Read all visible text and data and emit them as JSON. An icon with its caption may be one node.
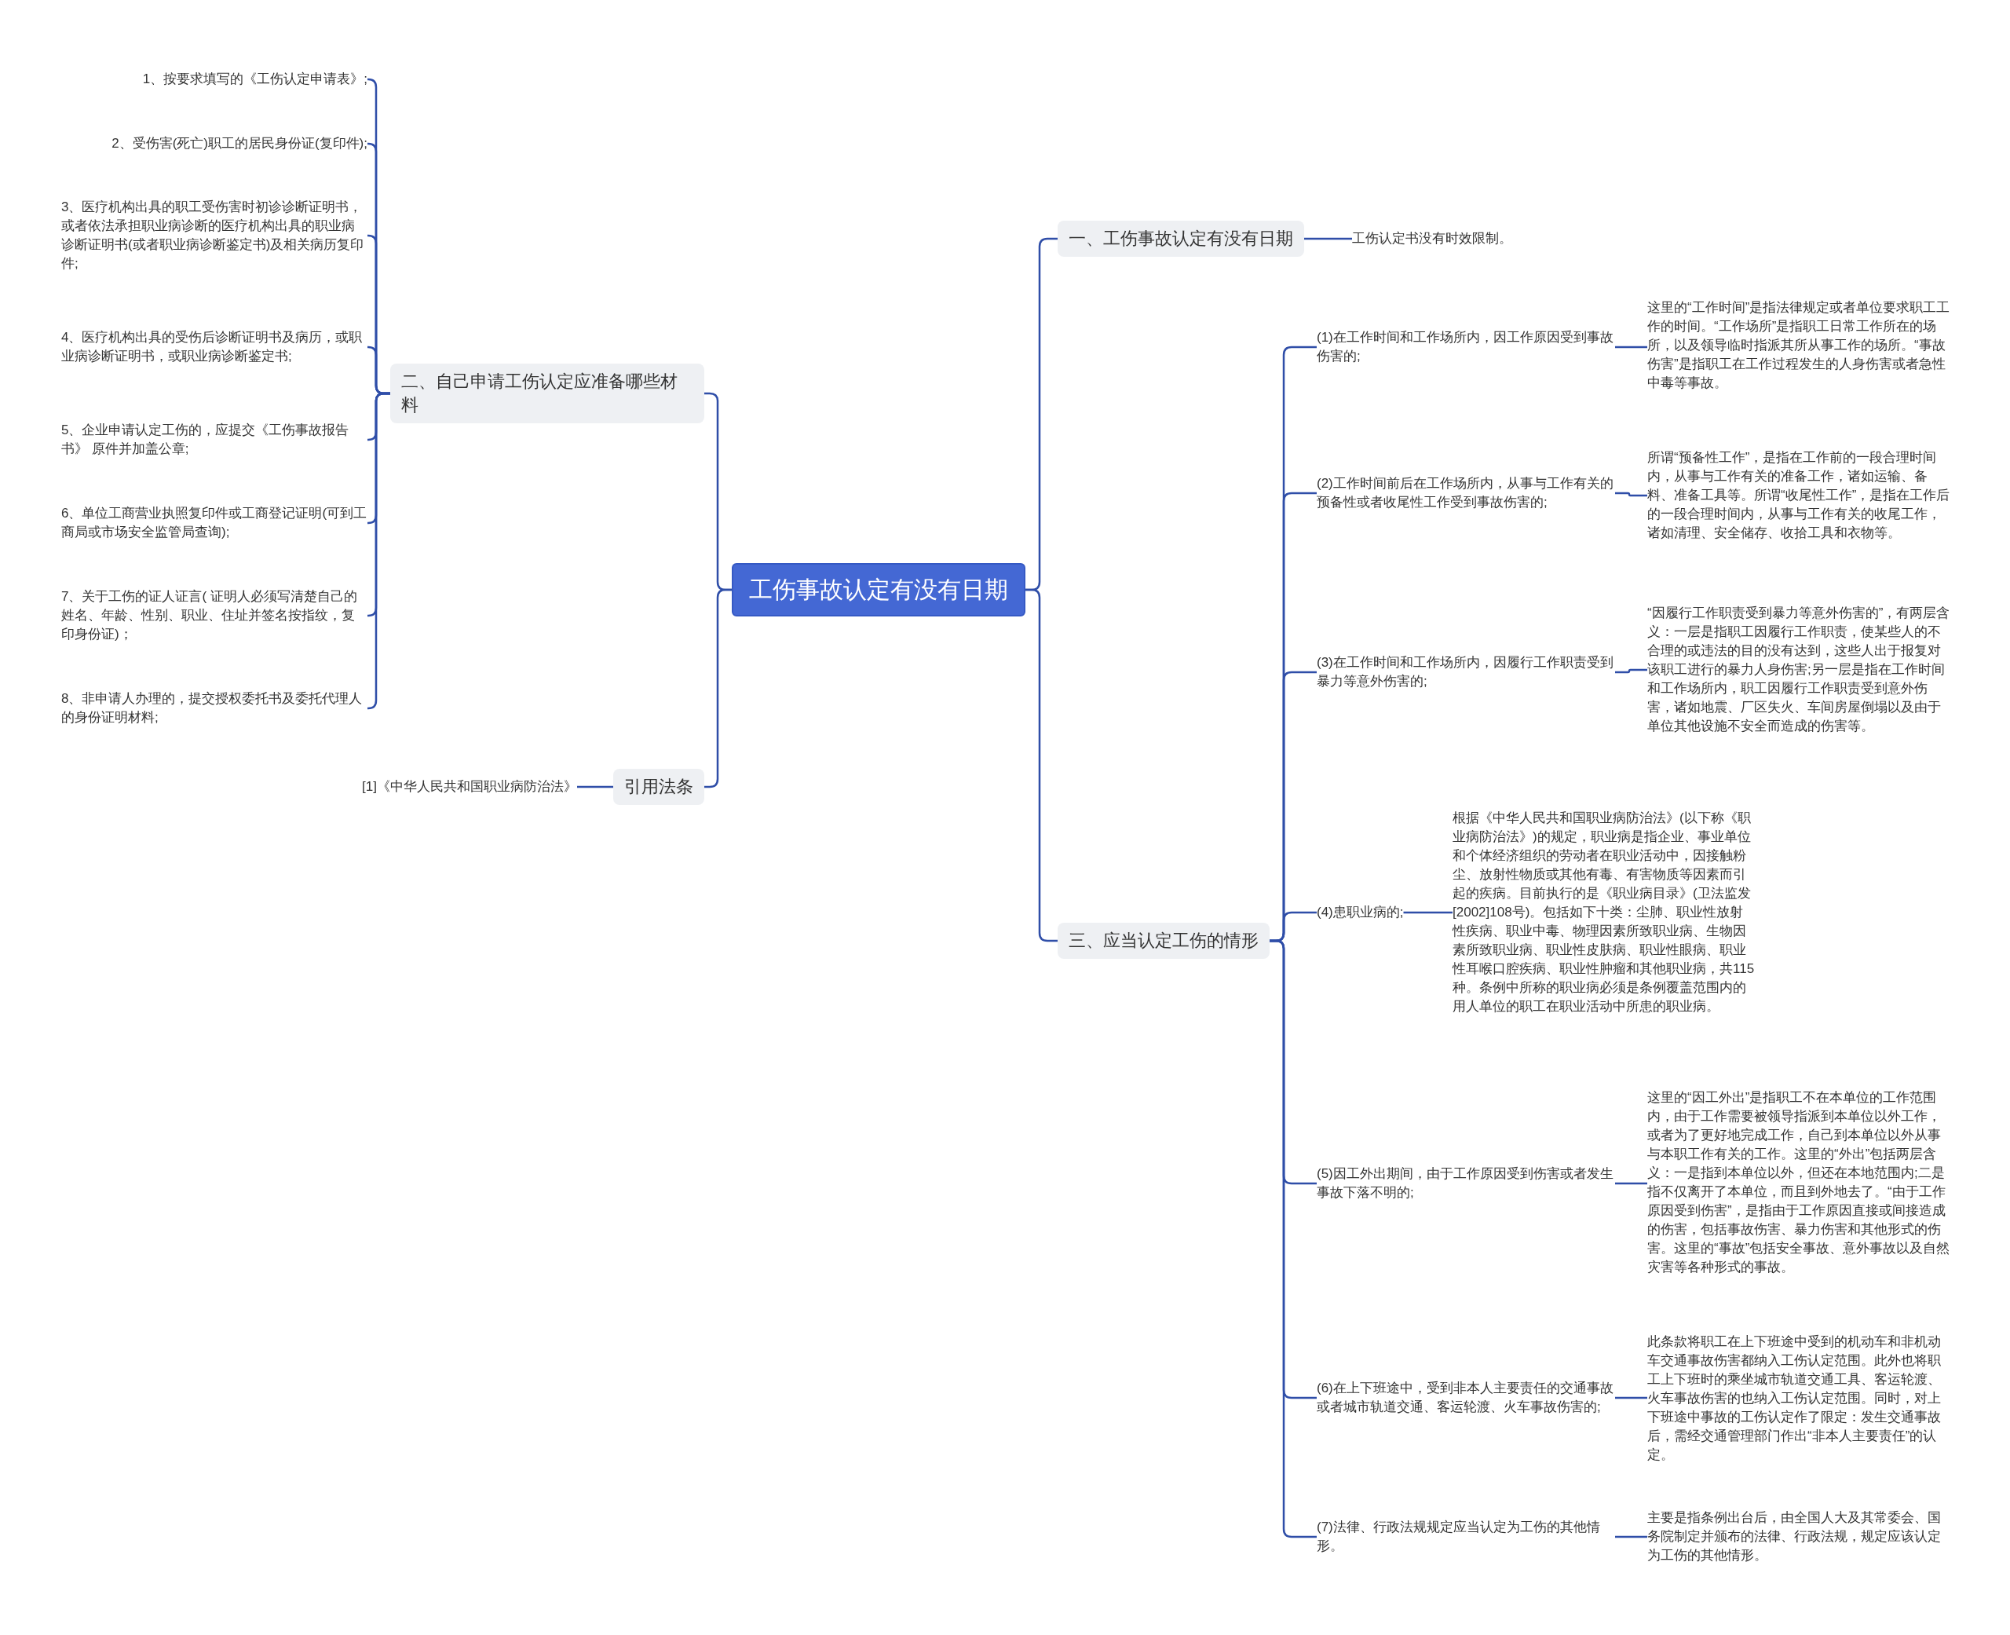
{
  "diagram": {
    "nodes": [
      {
        "text": [
          "工伤事故认定有没有日期"
        ]
      },
      {
        "text": [
          "一、工伤事故认定有没有日期"
        ]
      },
      {
        "text": [
          "工伤认定书没有时效限制。"
        ]
      },
      {
        "text": [
          "三、应当认定工伤的情形"
        ]
      },
      {
        "text": [
          "(1)在工作时间和工作场所内，因工作原因受到事故伤害的;"
        ]
      },
      {
        "text": [
          "这里的“工作时间”是指法律规定或者单位要求职工工作的时间。“工作场所”是指职工日常工作所在的场所，以及领导临时指派其所从事工作的场所。“事故伤害”是指职工在工作过程发生的人身伤害或者急性中毒等事故。"
        ]
      },
      {
        "text": [
          "(2)工作时间前后在工作场所内，从事与工作有关的预备性或者收尾性工作受到事故伤害的;"
        ]
      },
      {
        "text": [
          "所谓“预备性工作”，是指在工作前的一段合理时间内，从事与工作有关的准备工作，诸如运输、备料、准备工具等。所谓“收尾性工作”，是指在工作后的一段合理时间内，从事与工作有关的收尾工作，诸如清理、安全储存、收拾工具和衣物等。"
        ]
      },
      {
        "text": [
          "(3)在工作时间和工作场所内，因履行工作职责受到暴力等意外伤害的;"
        ]
      },
      {
        "text": [
          "“因履行工作职责受到暴力等意外伤害的”，有两层含义：一层是指职工因履行工作职责，使某些人的不合理的或违法的目的没有达到，这些人出于报复对该职工进行的暴力人身伤害;另一层是指在工作时间和工作场所内，职工因履行工作职责受到意外伤害，诸如地震、厂区失火、车间房屋倒塌以及由于单位其他设施不安全而造成的伤害等。"
        ]
      },
      {
        "text": [
          "(4)患职业病的;"
        ]
      },
      {
        "text": [
          "根据《中华人民共和国职业病防治法》(以下称《职业病防治法》)的规定，职业病是指企业、事业单位和个体经济组织的劳动者在职业活动中，因接触粉尘、放射性物质或其他有毒、有害物质等因素而引起的疾病。目前执行的是《职业病目录》(卫法监发[2002]108号)。包括如下十类：尘肺、职业性放射性疾病、职业中毒、物理因素所致职业病、生物因素所致职业病、职业性皮肤病、职业性眼病、职业性耳喉口腔疾病、职业性肿瘤和其他职业病，共115种。条例中所称的职业病必须是条例覆盖范围内的用人单位的职工在职业活动中所患的职业病。"
        ]
      },
      {
        "text": [
          "(5)因工外出期间，由于工作原因受到伤害或者发生事故下落不明的;"
        ]
      },
      {
        "text": [
          "这里的“因工外出”是指职工不在本单位的工作范围内，由于工作需要被领导指派到本单位以外工作，或者为了更好地完成工作，自己到本单位以外从事与本职工作有关的工作。这里的“外出”包括两层含义：一是指到本单位以外，但还在本地范围内;二是指不仅离开了本单位，而且到外地去了。“由于工作原因受到伤害”，是指由于工作原因直接或间接造成的伤害，包括事故伤害、暴力伤害和其他形式的伤害。这里的“事故”包括安全事故、意外事故以及自然灾害等各种形式的事故。"
        ]
      },
      {
        "text": [
          "(6)在上下班途中，受到非本人主要责任的交通事故或者城市轨道交通、客运轮渡、火车事故伤害的;"
        ]
      },
      {
        "text": [
          "此条款将职工在上下班途中受到的机动车和非机动车交通事故伤害都纳入工伤认定范围。此外也将职工上下班时的乘坐城市轨道交通工具、客运轮渡、火车事故伤害的也纳入工伤认定范围。同时，对上下班途中事故的工伤认定作了限定：发生交通事故后，需经交通管理部门作出“非本人主要责任”的认定。"
        ]
      },
      {
        "text": [
          "(7)法律、行政法规规定应当认定为工伤的其他情形。"
        ]
      },
      {
        "text": [
          "主要是指条例出台后，由全国人大及其常委会、国务院制定并颁布的法律、行政法规，规定应该认定为工伤的其他情形。"
        ]
      },
      {
        "text": [
          "二、自己申请工伤认定应准备哪些材料"
        ]
      },
      {
        "text": [
          "1、按要求填写的《工伤认定申请表》;"
        ]
      },
      {
        "text": [
          "2、受伤害(死亡)职工的居民身份证(复印件);"
        ]
      },
      {
        "text": [
          "3、医疗机构出具的职工受伤害时初诊诊断证明书，或者依法承担职业病诊断的医疗机构出具的职业病诊断证明书(或者职业病诊断鉴定书)及相关病历复印件;"
        ]
      },
      {
        "text": [
          "4、医疗机构出具的受伤后诊断证明书及病历，或职业病诊断证明书，或职业病诊断鉴定书;"
        ]
      },
      {
        "text": [
          "5、企业申请认定工伤的，应提交《工伤事故报告书》 原件并加盖公章;"
        ]
      },
      {
        "text": [
          "6、单位工商营业执照复印件或工商登记证明(可到工商局或市场安全监管局查询);"
        ]
      },
      {
        "text": [
          "7、关于工伤的证人证言( 证明人必须写清楚自己的姓名、年龄、性别、职业、住址并签名按指纹，复印身份证)；"
        ]
      },
      {
        "text": [
          "8、非申请人办理的，提交授权委托书及委托代理人的身份证明材料;"
        ]
      },
      {
        "text": [
          "引用法条"
        ]
      },
      {
        "text": [
          "[1]《中华人民共和国职业病防治法》"
        ]
      }
    ],
    "edges": [
      {
        "from": 0,
        "to": 1,
        "arrow": "none"
      },
      {
        "from": 1,
        "to": 2,
        "arrow": "none"
      },
      {
        "from": 0,
        "to": 3,
        "arrow": "none"
      },
      {
        "from": 3,
        "to": 4,
        "arrow": "none"
      },
      {
        "from": 4,
        "to": 5,
        "arrow": "none"
      },
      {
        "from": 3,
        "to": 6,
        "arrow": "none"
      },
      {
        "from": 6,
        "to": 7,
        "arrow": "none"
      },
      {
        "from": 3,
        "to": 8,
        "arrow": "none"
      },
      {
        "from": 8,
        "to": 9,
        "arrow": "none"
      },
      {
        "from": 3,
        "to": 10,
        "arrow": "none"
      },
      {
        "from": 10,
        "to": 11,
        "arrow": "none"
      },
      {
        "from": 3,
        "to": 12,
        "arrow": "none"
      },
      {
        "from": 12,
        "to": 13,
        "arrow": "none"
      },
      {
        "from": 3,
        "to": 14,
        "arrow": "none"
      },
      {
        "from": 14,
        "to": 15,
        "arrow": "none"
      },
      {
        "from": 3,
        "to": 16,
        "arrow": "none"
      },
      {
        "from": 16,
        "to": 17,
        "arrow": "none"
      },
      {
        "from": 0,
        "to": 18,
        "arrow": "none"
      },
      {
        "from": 18,
        "to": 19,
        "arrow": "none"
      },
      {
        "from": 18,
        "to": 20,
        "arrow": "none"
      },
      {
        "from": 18,
        "to": 21,
        "arrow": "none"
      },
      {
        "from": 18,
        "to": 22,
        "arrow": "none"
      },
      {
        "from": 18,
        "to": 23,
        "arrow": "none"
      },
      {
        "from": 18,
        "to": 24,
        "arrow": "none"
      },
      {
        "from": 18,
        "to": 25,
        "arrow": "none"
      },
      {
        "from": 18,
        "to": 26,
        "arrow": "none"
      },
      {
        "from": 0,
        "to": 27,
        "arrow": "none"
      },
      {
        "from": 27,
        "to": 28,
        "arrow": "none"
      }
    ]
  }
}
